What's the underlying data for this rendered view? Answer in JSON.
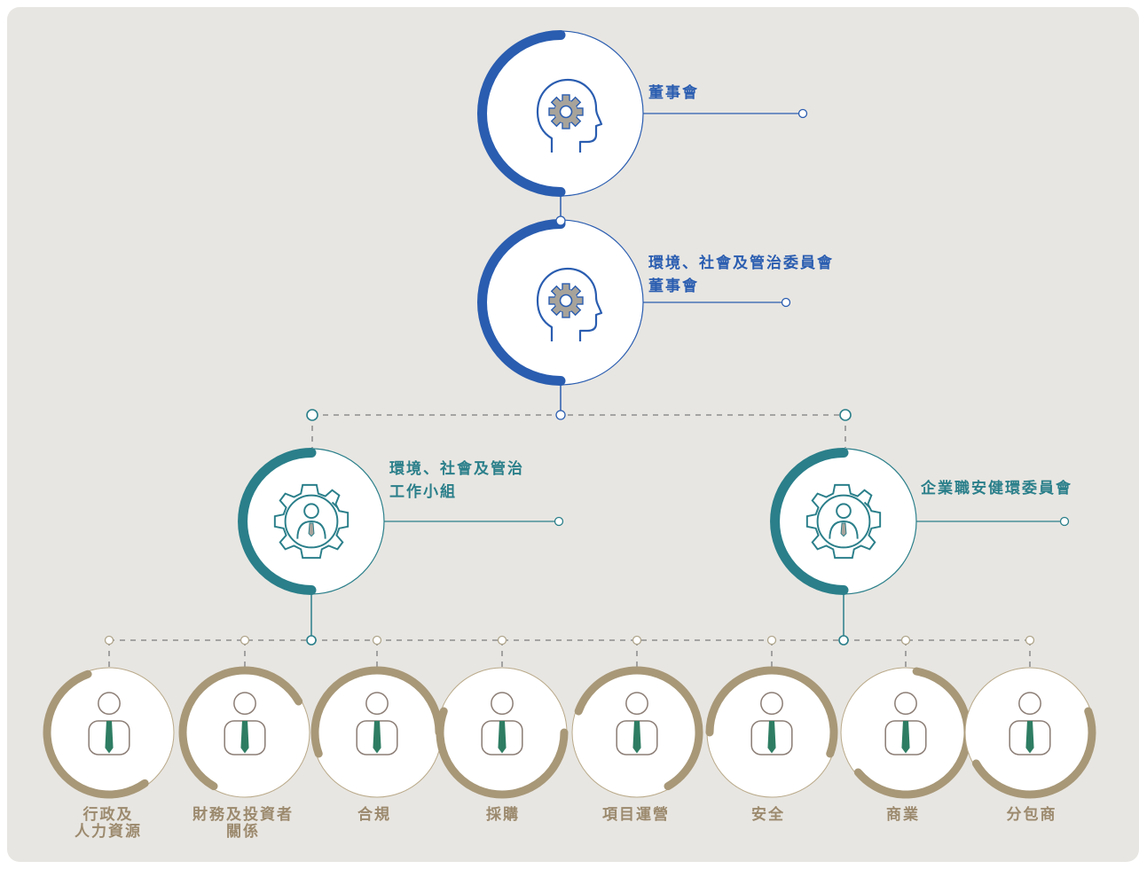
{
  "colors": {
    "background": "#e8e6e2",
    "blue": "#2a5db0",
    "teal": "#2a7f8a",
    "tan": "#a89878",
    "tie": "#2f7a5a"
  },
  "top_nodes": [
    {
      "id": "board",
      "icon": "head-gear-icon",
      "label_lines": [
        "董事會"
      ]
    },
    {
      "id": "esg-committee",
      "icon": "head-gear-icon",
      "label_lines": [
        "環境、社會及管治委員會",
        "董事會"
      ]
    }
  ],
  "mid_nodes": [
    {
      "id": "esg-working-group",
      "icon": "person-gear-icon",
      "label_lines": [
        "環境、社會及管治",
        "工作小組"
      ]
    },
    {
      "id": "ohse-committee",
      "icon": "person-gear-icon",
      "label_lines": [
        "企業職安健環委員會"
      ]
    }
  ],
  "departments": [
    {
      "label_lines": [
        "行政及",
        "人力資源"
      ]
    },
    {
      "label_lines": [
        "財務及投資者",
        "關係"
      ]
    },
    {
      "label_lines": [
        "合規"
      ]
    },
    {
      "label_lines": [
        "採購"
      ]
    },
    {
      "label_lines": [
        "項目運營"
      ]
    },
    {
      "label_lines": [
        "安全"
      ]
    },
    {
      "label_lines": [
        "商業"
      ]
    },
    {
      "label_lines": [
        "分包商"
      ]
    }
  ]
}
